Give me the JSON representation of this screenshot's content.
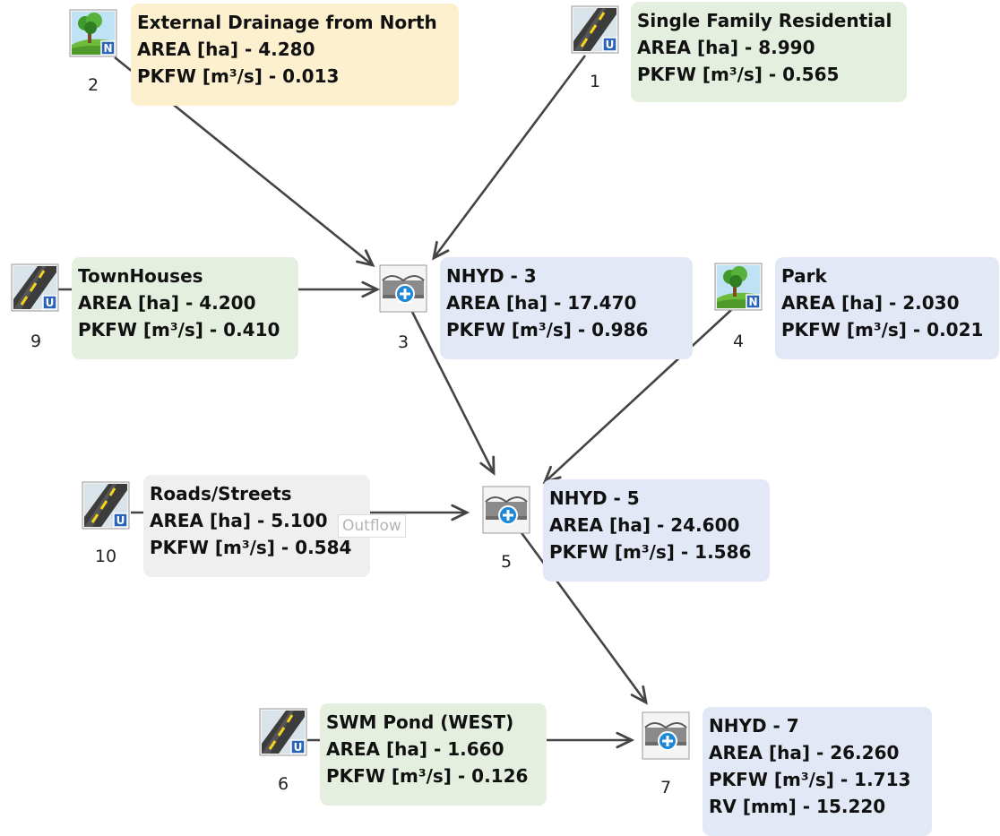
{
  "colors": {
    "arrow": "#444444",
    "tooltip_text": "#b5b5b5"
  },
  "nodes": [
    {
      "id": "2",
      "number": "2",
      "kind": "natural",
      "badge": "N",
      "color": "yellow",
      "lines": [
        "External Drainage from North",
        "AREA [ha] - 4.280",
        "PKFW [m³/s] - 0.013"
      ]
    },
    {
      "id": "1",
      "number": "1",
      "kind": "urban",
      "badge": "U",
      "color": "green",
      "lines": [
        "Single Family Residential",
        "AREA [ha] - 8.990",
        "PKFW [m³/s] - 0.565"
      ]
    },
    {
      "id": "9",
      "number": "9",
      "kind": "urban",
      "badge": "U",
      "color": "green",
      "lines": [
        "TownHouses",
        "AREA [ha] - 4.200",
        "PKFW [m³/s] - 0.410"
      ]
    },
    {
      "id": "3",
      "number": "3",
      "kind": "nhyd",
      "badge": "+",
      "color": "blue",
      "lines": [
        "NHYD - 3",
        "AREA [ha] - 17.470",
        "PKFW [m³/s] - 0.986"
      ]
    },
    {
      "id": "4",
      "number": "4",
      "kind": "natural",
      "badge": "N",
      "color": "blue",
      "lines": [
        "Park",
        "AREA [ha] - 2.030",
        "PKFW [m³/s] - 0.021"
      ]
    },
    {
      "id": "10",
      "number": "10",
      "kind": "urban",
      "badge": "U",
      "color": "gray",
      "lines": [
        "Roads/Streets",
        "AREA [ha] - 5.100",
        "PKFW [m³/s] - 0.584"
      ]
    },
    {
      "id": "5",
      "number": "5",
      "kind": "nhyd",
      "badge": "+",
      "color": "blue",
      "lines": [
        "NHYD - 5",
        "AREA [ha] - 24.600",
        "PKFW [m³/s] - 1.586"
      ]
    },
    {
      "id": "6",
      "number": "6",
      "kind": "urban",
      "badge": "U",
      "color": "green",
      "lines": [
        "SWM Pond (WEST)",
        "AREA [ha] - 1.660",
        "PKFW [m³/s] - 0.126"
      ]
    },
    {
      "id": "7",
      "number": "7",
      "kind": "nhyd",
      "badge": "+",
      "color": "blue",
      "lines": [
        "NHYD - 7",
        "AREA [ha] - 26.260",
        "PKFW [m³/s] - 1.713",
        "RV [mm] - 15.220"
      ]
    }
  ],
  "edges": [
    {
      "from": "2",
      "to": "3"
    },
    {
      "from": "1",
      "to": "3"
    },
    {
      "from": "9",
      "to": "3"
    },
    {
      "from": "3",
      "to": "5"
    },
    {
      "from": "4",
      "to": "5"
    },
    {
      "from": "10",
      "to": "5"
    },
    {
      "from": "5",
      "to": "7"
    },
    {
      "from": "6",
      "to": "7"
    }
  ],
  "tooltip": {
    "text": "Outflow"
  }
}
